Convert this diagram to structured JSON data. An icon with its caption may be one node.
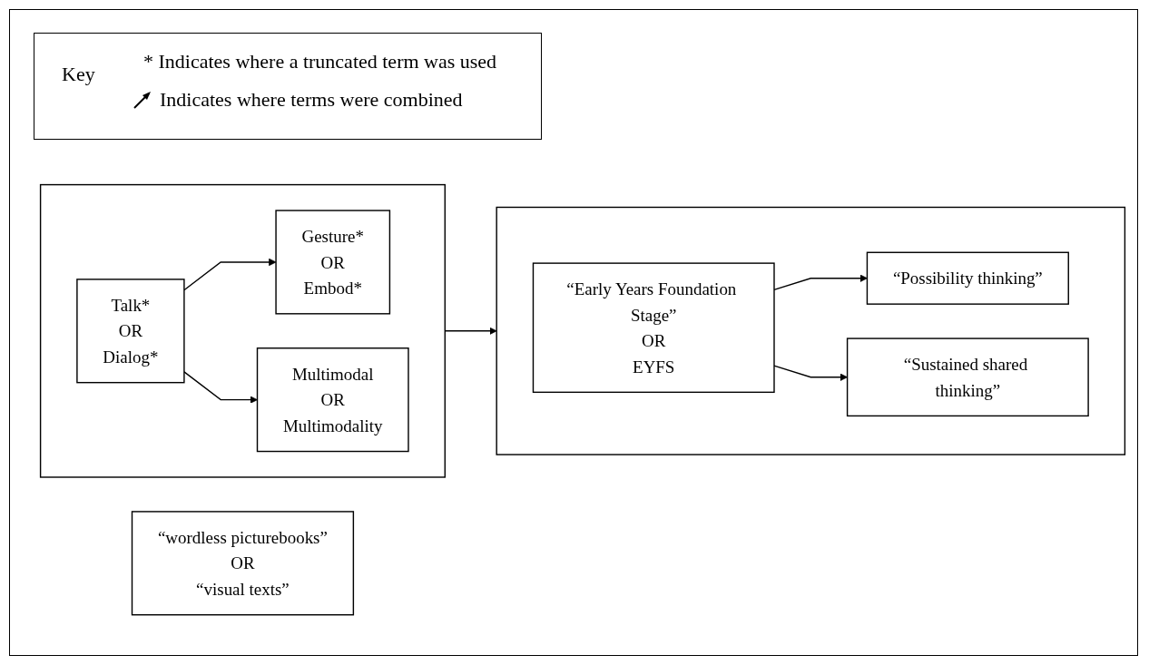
{
  "diagram": {
    "nodes": [
      {
        "text": [],
        "shape": "box"
      },
      {
        "text": [
          "Talk*",
          "OR",
          "Dialog*"
        ],
        "in": 0
      },
      {
        "text": [
          "Gesture*",
          "OR",
          "Embod*"
        ],
        "in": 0
      },
      {
        "text": [
          "Multimodal",
          "OR",
          "Multimodality"
        ],
        "in": 0
      },
      {
        "text": [
          "“wordless picturebooks”",
          "OR",
          "“visual texts”"
        ]
      },
      {
        "text": [],
        "shape": "box"
      },
      {
        "text": [
          "“Early Years Foundation Stage”",
          "OR",
          "EYFS"
        ],
        "in": 5
      },
      {
        "text": [
          "“Possibility thinking”"
        ],
        "in": 5
      },
      {
        "text": [
          "“Sustained shared thinking”"
        ],
        "in": 5
      }
    ],
    "edges": [
      {
        "from": 1,
        "to": 2,
        "arrow": "to"
      },
      {
        "from": 1,
        "to": 3,
        "arrow": "to"
      },
      {
        "from": 0,
        "to": 5,
        "arrow": "to"
      },
      {
        "from": 6,
        "to": 7,
        "arrow": "to"
      },
      {
        "from": 6,
        "to": 8,
        "arrow": "to"
      }
    ],
    "labels": [
      "Key"
    ],
    "legend": [
      {
        "text": "* Indicates where a truncated term was used"
      },
      {
        "text": "Indicates where terms were combined"
      }
    ]
  }
}
